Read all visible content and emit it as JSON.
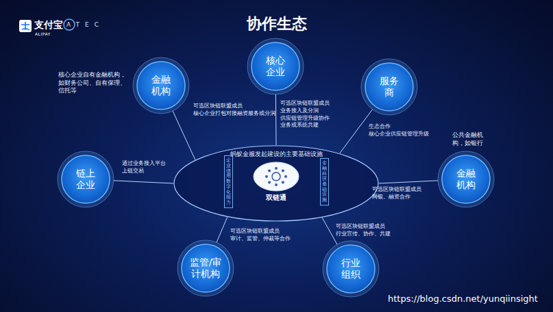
{
  "diagram": {
    "title": "协作生态",
    "nodes": [
      {
        "text": [
          "金融机构"
        ]
      },
      {
        "text": [
          "核心企业"
        ]
      },
      {
        "text": [
          "服务商"
        ]
      },
      {
        "text": [
          "链上企业"
        ]
      },
      {
        "text": [
          "蚂蚁金服发起建设的主要基础设施"
        ]
      },
      {
        "text": [
          "企业信用数字化能力"
        ],
        "in": 4
      },
      {
        "text": [
          "双链通"
        ],
        "in": 4
      },
      {
        "text": [
          "金融科技基础设施"
        ],
        "in": 4
      },
      {
        "text": [
          "金融机构"
        ]
      },
      {
        "text": [
          "监管/审计机构"
        ]
      },
      {
        "text": [
          "行业组织"
        ]
      }
    ],
    "edges": [
      {
        "from": 0,
        "to": 4,
        "arrow": "none",
        "label": "可选区块链联盟成员 核心企业打包对接融资服务或分润"
      },
      {
        "from": 1,
        "to": 4,
        "arrow": "none",
        "label": "可选区块链联盟成员 业务接入及分润 供应链管理升级协作 业务或系统共建"
      },
      {
        "from": 2,
        "to": 4,
        "arrow": "none",
        "label": "生态合作 核心企业供应链管理升级"
      },
      {
        "from": 3,
        "to": 4,
        "arrow": "none",
        "label": "通过业务接入平台 上链交易"
      },
      {
        "from": 8,
        "to": 4,
        "arrow": "none",
        "label": "可选区块链联盟成员 网银、融资合作"
      },
      {
        "from": 9,
        "to": 4,
        "arrow": "none",
        "label": "可选区块链联盟成员 审计、监管、仲裁等合作"
      },
      {
        "from": 10,
        "to": 4,
        "arrow": "none",
        "label": "可选区块链联盟成员 行业宣传、协作、共建"
      }
    ],
    "labels": [
      "支付宝",
      "ALIPAY",
      "ATEC",
      "核心企业自有金融机构，如财务公司、自有保理、信托等",
      "公共金融机构，如银行",
      "https://blog.csdn.net/yunqiinsight"
    ]
  }
}
